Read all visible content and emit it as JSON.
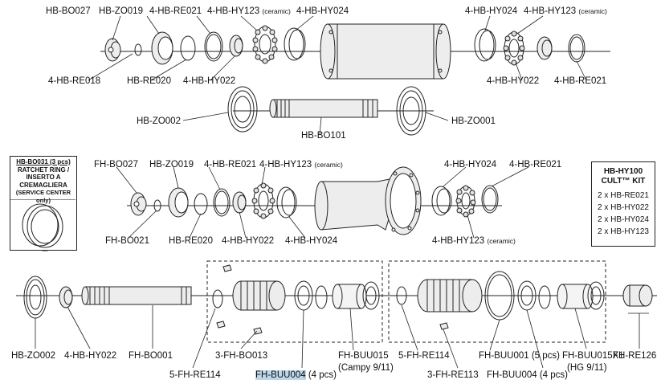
{
  "labels": {
    "top_hb_bo027": "HB-BO027",
    "top_hb_zo019": "HB-ZO019",
    "top_hb_re021_a": "4-HB-RE021",
    "top_hb_hy123_a": "4-HB-HY123",
    "top_hb_hy024_a": "4-HB-HY024",
    "top_hb_hy024_b": "4-HB-HY024",
    "top_hb_hy123_b": "4-HB-HY123",
    "ceramic": "(ceramic)",
    "top_hb_re018": "4-HB-RE018",
    "top_hb_re020": "HB-RE020",
    "top_hb_hy022_a": "4-HB-HY022",
    "top_hb_hy022_b": "4-HB-HY022",
    "top_hb_re021_b": "4-HB-RE021",
    "hb_zo002": "HB-ZO002",
    "hb_bo101": "HB-BO101",
    "hb_zo001": "HB-ZO001",
    "mid_fh_bo027": "FH-BO027",
    "mid_hb_zo019": "HB-ZO019",
    "mid_hb_re021_a": "4-HB-RE021",
    "mid_hb_hy123_a": "4-HB-HY123",
    "mid_hb_hy024_a": "4-HB-HY024",
    "mid_hb_re021_b": "4-HB-RE021",
    "mid_fh_bo021": "FH-BO021",
    "mid_hb_re020": "HB-RE020",
    "mid_hb_hy022": "4-HB-HY022",
    "mid_hb_hy024_b": "4-HB-HY024",
    "mid_hb_hy123_b": "4-HB-HY123",
    "bot_hb_zo002": "HB-ZO002",
    "bot_hb_hy022": "4-HB-HY022",
    "bot_fh_bo001": "FH-BO001",
    "bot_fh_re114_a": "5-FH-RE114",
    "bot_fh_bo013": "3-FH-BO013",
    "bot_fh_buu004_a": "FH-BUU004",
    "pcs4": "(4 pcs)",
    "bot_fh_buu015": "FH-BUU015",
    "campy": "(Campy 9/11)",
    "bot_fh_re114_b": "5-FH-RE114",
    "bot_fh_re113": "3-FH-RE113",
    "bot_fh_buu001": "FH-BUU001 (5 pcs)",
    "bot_fh_buu004_b": "FH-BUU004 (4 pcs)",
    "bot_fh_buu015x1": "FH-BUU015X1",
    "hg": "(HG 9/11)",
    "bot_fh_re126": "FH-RE126"
  },
  "ratchet_box": {
    "title": "HB-BO031 (3 pcs)",
    "line1": "RATCHET RING /",
    "line2": "INSERTO A",
    "line3": "CREMAGLIERA",
    "line4": "(SERVICE CENTER only)"
  },
  "kit_box": {
    "title1": "HB-HY100",
    "title2": "CULT™ KIT",
    "items": [
      "2 x HB-RE021",
      "2 x HB-HY022",
      "2 x HB-HY024",
      "2 x HB-HY123"
    ]
  },
  "colors": {
    "highlight": "#bcd6ec",
    "line": "#222222",
    "part_fill": "#e9e9e9"
  }
}
